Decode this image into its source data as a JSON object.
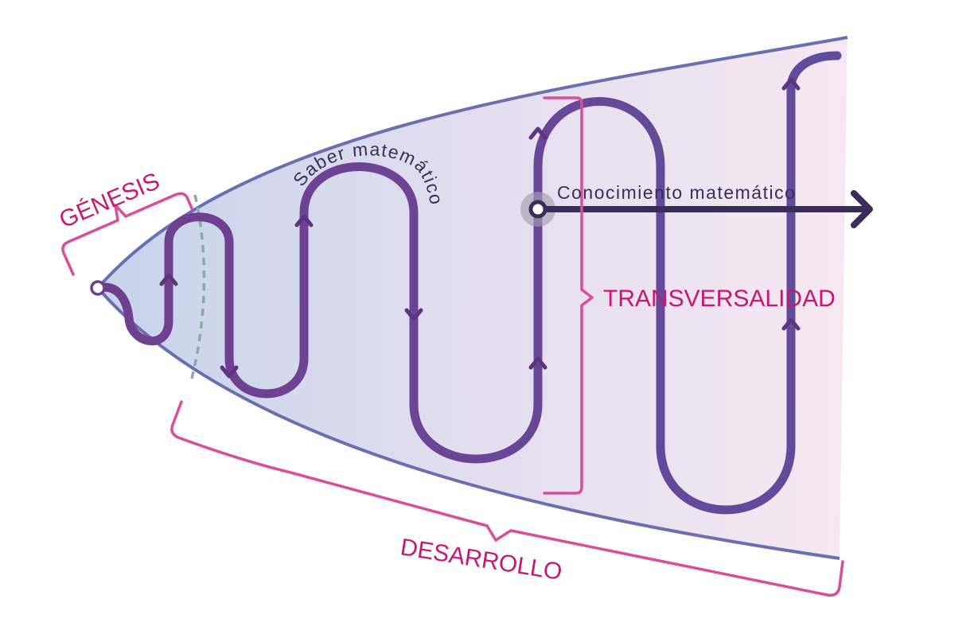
{
  "labels": {
    "genesis": "GÉNESIS",
    "desarrollo": "DESARROLLO",
    "transversalidad": "TRANSVERSALIDAD",
    "saber": "Saber matemático",
    "conocimiento": "Conocimiento matemático"
  },
  "colors": {
    "pink": "#c8186e",
    "brace_pink": "#d94f97",
    "outline_blue": "#6870b0",
    "path_purple": "#6a3f90",
    "arrow_dark": "#3b2d5a",
    "dashed_teal": "#8fa7ac",
    "fill_left": "#c6d3ea",
    "fill_right": "#f6e8f2"
  }
}
